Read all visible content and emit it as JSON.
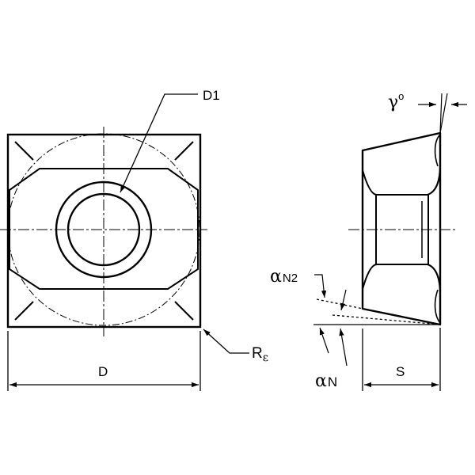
{
  "labels": {
    "d1": "D1",
    "d": "D",
    "r_main": "R",
    "r_sub": "ε",
    "s": "S",
    "gamma": "γ",
    "gamma_mark": "o",
    "alpha_n2_main": "α",
    "alpha_n2_sub": "N2",
    "alpha_n_main": "α",
    "alpha_n_sub": "N"
  },
  "colors": {
    "line": "#000000",
    "background": "#ffffff"
  }
}
